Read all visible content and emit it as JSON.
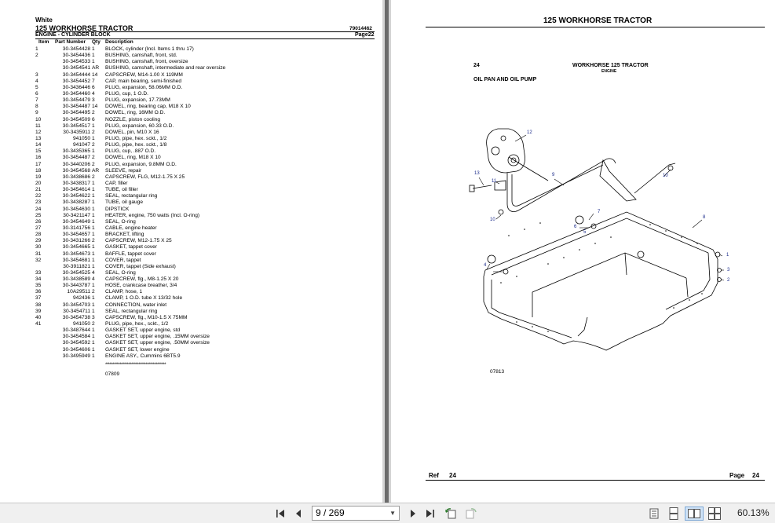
{
  "left_page": {
    "brand": "White",
    "title": "125 WORKHORSE TRACTOR",
    "doc_number": "79014462",
    "section": "ENGINE - CYLINDER BLOCK",
    "page": "Page22",
    "columns": [
      "Item",
      "Part Number",
      "Qty",
      "Description"
    ],
    "rows": [
      {
        "item": "1",
        "part": "30-3454428",
        "qty": "1",
        "desc": "BLOCK, cylinder (Incl. Items 1 thru 17)"
      },
      {
        "item": "2",
        "part": "30-3454436",
        "qty": "1",
        "desc": "BUSHING, camshaft, front, std."
      },
      {
        "item": "",
        "part": "30-3454533",
        "qty": "1",
        "desc": "BUSHING, camshaft, front, oversize"
      },
      {
        "item": "",
        "part": "30-3454541",
        "qty": "AR",
        "desc": "BUSHING, camshaft, intermediate and rear oversize"
      },
      {
        "item": "3",
        "part": "30-3454444",
        "qty": "14",
        "desc": "CAPSCREW, M14-1.00 X 119MM"
      },
      {
        "item": "4",
        "part": "30-3454452",
        "qty": "7",
        "desc": "CAP, main bearing, semi-finished"
      },
      {
        "item": "5",
        "part": "30-3436446",
        "qty": "6",
        "desc": "PLUG, expansion, 58.06MM O.D."
      },
      {
        "item": "6",
        "part": "30-3454460",
        "qty": "4",
        "desc": "PLUG, cup, 1 O.D."
      },
      {
        "item": "7",
        "part": "30-3454479",
        "qty": "3",
        "desc": "PLUG, expansion, 17.73MM"
      },
      {
        "item": "8",
        "part": "30-3454487",
        "qty": "14",
        "desc": "DOWEL, ring, bearing cap, M18 X 10"
      },
      {
        "item": "9",
        "part": "30-3454495",
        "qty": "2",
        "desc": "DOWEL, ring, 16MM O.D."
      },
      {
        "item": "10",
        "part": "30-3454509",
        "qty": "6",
        "desc": "NOZZLE, piston cooling"
      },
      {
        "item": "11",
        "part": "30-3454517",
        "qty": "1",
        "desc": "PLUG, expansion, 60.33 O.D."
      },
      {
        "item": "12",
        "part": "30-3435911",
        "qty": "2",
        "desc": "DOWEL, pin, M10 X 16"
      },
      {
        "item": "13",
        "part": "941050",
        "qty": "1",
        "desc": "PLUG, pipe, hex. sckt., 1/2"
      },
      {
        "item": "14",
        "part": "941047",
        "qty": "2",
        "desc": "PLUG, pipe, hex. sckt., 1/8"
      },
      {
        "item": "15",
        "part": "30-3435365",
        "qty": "1",
        "desc": "PLUG, cup, .887 O.D."
      },
      {
        "item": "16",
        "part": "30-3454487",
        "qty": "2",
        "desc": "DOWEL, ring, M18 X 10"
      },
      {
        "item": "17",
        "part": "30-3440206",
        "qty": "2",
        "desc": "PLUG, expansion, 9.8MM O.D."
      },
      {
        "item": "18",
        "part": "30-3454568",
        "qty": "AR",
        "desc": "SLEEVE, repair"
      },
      {
        "item": "19",
        "part": "30-3438686",
        "qty": "2",
        "desc": "CAPSCREW, FLG, M12-1.75 X 25"
      },
      {
        "item": "20",
        "part": "30-3438317",
        "qty": "1",
        "desc": "CAP, filler"
      },
      {
        "item": "21",
        "part": "30-3454614",
        "qty": "1",
        "desc": "TUBE, oil filler"
      },
      {
        "item": "22",
        "part": "30-3454622",
        "qty": "1",
        "desc": "SEAL, rectangular ring"
      },
      {
        "item": "23",
        "part": "30-3438287",
        "qty": "1",
        "desc": "TUBE, oil gauge"
      },
      {
        "item": "24",
        "part": "30-3454630",
        "qty": "1",
        "desc": "DIPSTICK"
      },
      {
        "item": "25",
        "part": "30-3421147",
        "qty": "1",
        "desc": "HEATER, engine, 750 watts (Incl. O-ring)"
      },
      {
        "item": "26",
        "part": "30-3454649",
        "qty": "1",
        "desc": "SEAL, O-ring"
      },
      {
        "item": "27",
        "part": "30-3141756",
        "qty": "1",
        "desc": "CABLE, engine heater"
      },
      {
        "item": "28",
        "part": "30-3454657",
        "qty": "1",
        "desc": "BRACKET, lifting"
      },
      {
        "item": "29",
        "part": "30-3431266",
        "qty": "2",
        "desc": "CAPSCREW, M12-1.75 X 25"
      },
      {
        "item": "30",
        "part": "30-3454665",
        "qty": "1",
        "desc": "GASKET, tappet cover"
      },
      {
        "item": "31",
        "part": "30-3454673",
        "qty": "1",
        "desc": "BAFFLE, tappet cover"
      },
      {
        "item": "32",
        "part": "30-3454681",
        "qty": "1",
        "desc": "COVER, tappet"
      },
      {
        "item": "",
        "part": "30-3911821",
        "qty": "1",
        "desc": "COVER, tappet (Side exhaust)"
      },
      {
        "item": "33",
        "part": "30-3454525",
        "qty": "4",
        "desc": "SEAL, O-ring"
      },
      {
        "item": "34",
        "part": "30-3438589",
        "qty": "4",
        "desc": "CAPSCREW, flg., M8-1.25 X 20"
      },
      {
        "item": "35",
        "part": "30-3443787",
        "qty": "1",
        "desc": "HOSE, crankcase breather, 3/4"
      },
      {
        "item": "36",
        "part": "10A29511",
        "qty": "2",
        "desc": "CLAMP, hose, 1"
      },
      {
        "item": "37",
        "part": "942436",
        "qty": "1",
        "desc": "CLAMP, 1 O.D. tube X 13/32 hole"
      },
      {
        "item": "38",
        "part": "30-3454703",
        "qty": "1",
        "desc": "CONNECTION, water inlet"
      },
      {
        "item": "39",
        "part": "30-3454711",
        "qty": "1",
        "desc": "SEAL, rectangular ring"
      },
      {
        "item": "40",
        "part": "30-3454738",
        "qty": "3",
        "desc": "CAPSCREW, flg., M10-1.5 X 75MM"
      },
      {
        "item": "41",
        "part": "941050",
        "qty": "2",
        "desc": "PLUG, pipe, hex., sckt., 1/2"
      },
      {
        "item": "",
        "part": "30-3487644",
        "qty": "1",
        "desc": "GASKET SET, upper engine, std"
      },
      {
        "item": "",
        "part": "30-3454584",
        "qty": "1",
        "desc": "GASKET SET, upper engine, .15MM oversize"
      },
      {
        "item": "",
        "part": "30-3454592",
        "qty": "1",
        "desc": "GASKET SET, upper engine, .50MM oversize"
      },
      {
        "item": "",
        "part": "30-3454606",
        "qty": "1",
        "desc": "GASKET SET, lower engine"
      },
      {
        "item": "",
        "part": "30-3495949",
        "qty": "1",
        "desc": "ENGINE ASY., Cummins 6BT5.9"
      }
    ],
    "separator": "******************************************",
    "figure_code": "07809"
  },
  "right_page": {
    "title": "125 WORKHORSE TRACTOR",
    "figure_number": "24",
    "figure_title": "WORKHORSE 125 TRACTOR",
    "figure_subtitle": "ENGINE",
    "section_title": "OIL PAN AND OIL PUMP",
    "callouts": [
      "12",
      "13",
      "11",
      "9",
      "10",
      "10",
      "8",
      "7",
      "6",
      "5",
      "4",
      "1",
      "3",
      "2"
    ],
    "drawing_code": "07813",
    "ref_label": "Ref",
    "ref_value": "24",
    "page_label": "Page",
    "page_value": "24"
  },
  "toolbar": {
    "page_indicator": "9 / 269",
    "zoom": "60.13%",
    "icons": [
      "first-page-icon",
      "prev-page-icon",
      "next-page-icon",
      "last-page-icon",
      "rotate-back-icon",
      "rotate-forward-icon",
      "single-page-view-icon",
      "continuous-view-icon",
      "two-page-view-icon",
      "two-page-continuous-icon"
    ]
  }
}
